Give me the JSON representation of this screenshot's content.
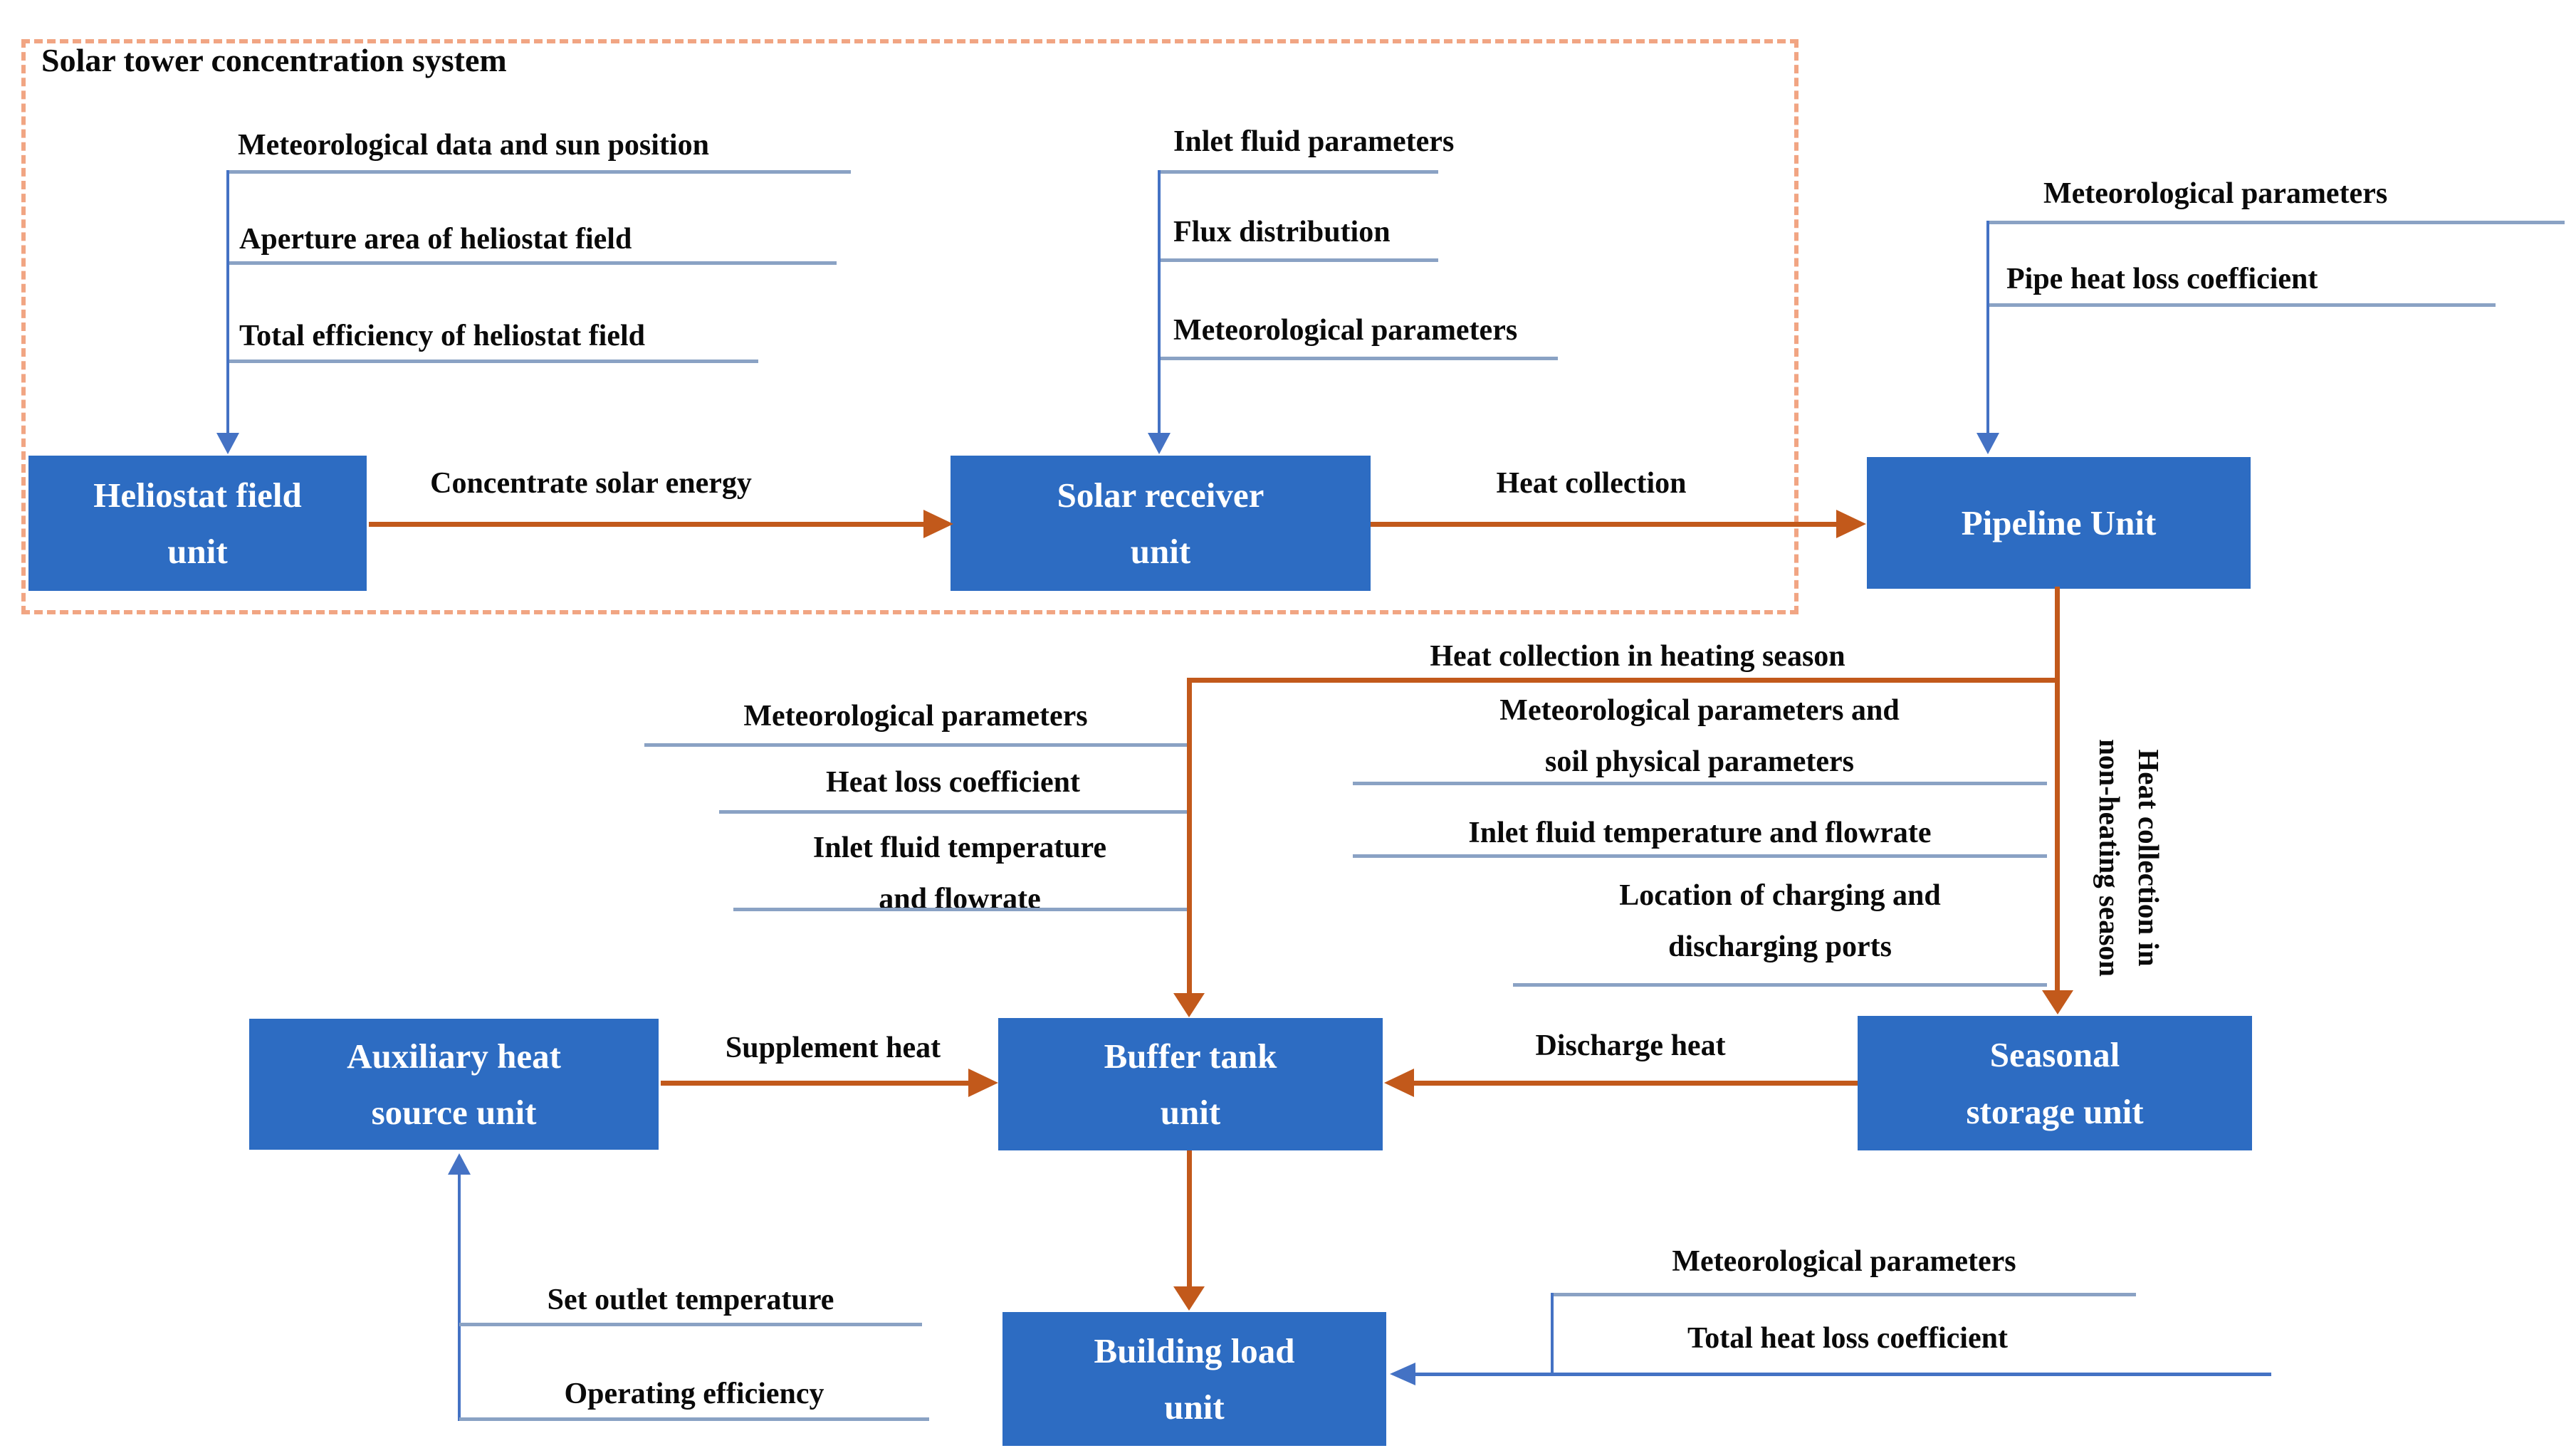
{
  "title": "Solar tower concentration system",
  "boxes": {
    "heliostat": [
      "Heliostat field",
      "unit"
    ],
    "receiver": [
      "Solar receiver",
      "unit"
    ],
    "pipeline": [
      "Pipeline Unit"
    ],
    "auxiliary": [
      "Auxiliary heat",
      "source unit"
    ],
    "buffer": [
      "Buffer tank",
      "unit"
    ],
    "seasonal": [
      "Seasonal",
      "storage unit"
    ],
    "building": [
      "Building load",
      "unit"
    ]
  },
  "flow_labels": {
    "concentrate": "Concentrate solar energy",
    "heat_collection": "Heat collection",
    "heating_season": "Heat collection in heating season",
    "non_heating_line1": "Heat collection in",
    "non_heating_line2": "non-heating season",
    "supplement": "Supplement heat",
    "discharge": "Discharge heat"
  },
  "heliostat_inputs": {
    "met": "Meteorological data and sun position",
    "aperture": "Aperture area of heliostat field",
    "efficiency": "Total efficiency of heliostat field"
  },
  "receiver_inputs": {
    "inlet": "Inlet fluid parameters",
    "flux": "Flux distribution",
    "met": "Meteorological parameters"
  },
  "pipeline_inputs": {
    "met": "Meteorological parameters",
    "pipe_loss": "Pipe heat loss coefficient"
  },
  "buffer_inputs": {
    "met": "Meteorological parameters",
    "heat_loss": "Heat loss coefficient",
    "inlet_line1": "Inlet fluid temperature",
    "inlet_line2": "and flowrate"
  },
  "seasonal_inputs": {
    "met_soil_line1": "Meteorological parameters and",
    "met_soil_line2": "soil physical parameters",
    "inlet": "Inlet fluid temperature and flowrate",
    "location_line1": "Location of charging and",
    "location_line2": "discharging ports"
  },
  "auxiliary_inputs": {
    "set_outlet": "Set outlet temperature",
    "efficiency": "Operating efficiency"
  },
  "building_inputs": {
    "met": "Meteorological parameters",
    "total_loss": "Total heat loss coefficient"
  },
  "colors": {
    "box_blue": "#2d6cc2",
    "arrow_blue": "#4472c4",
    "underline_blue": "#8aa2c4",
    "flow_orange": "#c2591b",
    "dash_orange": "#f1a583"
  }
}
